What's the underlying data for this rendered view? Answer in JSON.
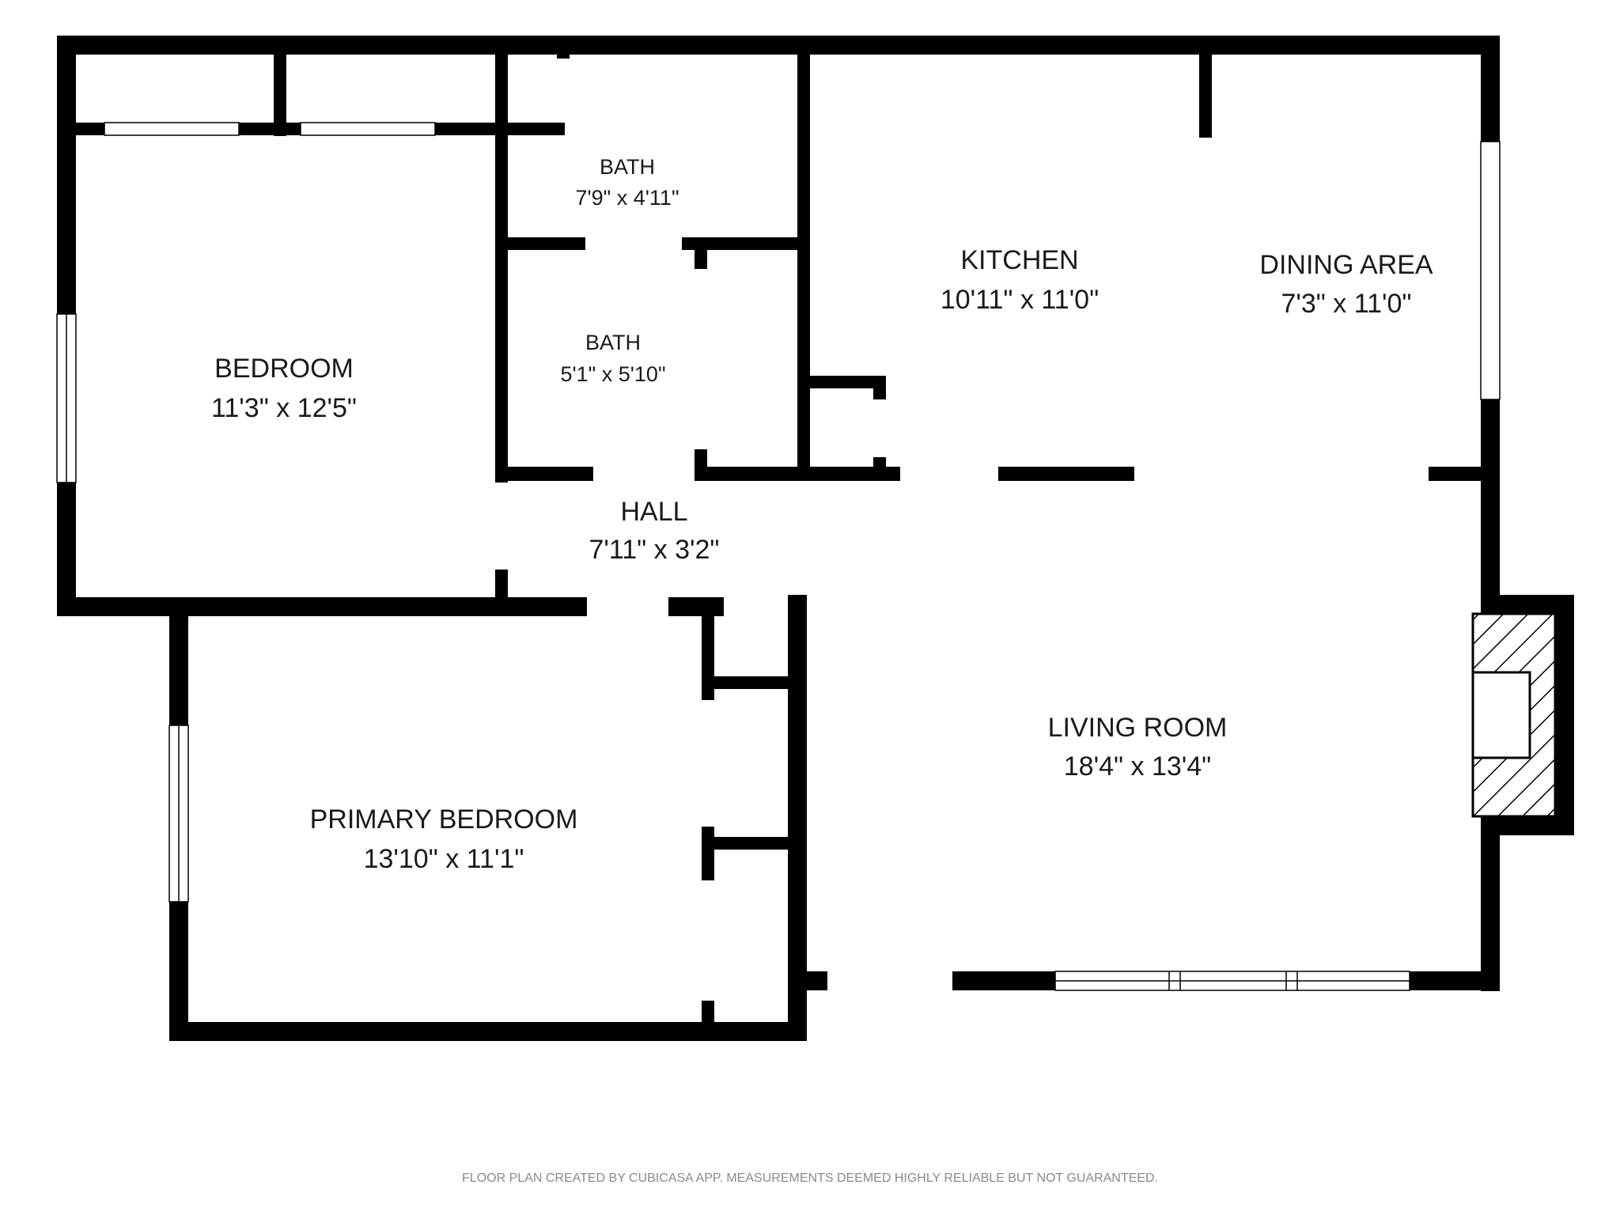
{
  "rooms": {
    "bedroom": {
      "name": "BEDROOM",
      "dims": "11'3\" x 12'5\""
    },
    "bath1": {
      "name": "BATH",
      "dims": "7'9\" x 4'11\""
    },
    "bath2": {
      "name": "BATH",
      "dims": "5'1\" x 5'10\""
    },
    "kitchen": {
      "name": "KITCHEN",
      "dims": "10'11\" x 11'0\""
    },
    "dining": {
      "name": "DINING AREA",
      "dims": "7'3\" x 11'0\""
    },
    "hall": {
      "name": "HALL",
      "dims": "7'11\" x 3'2\""
    },
    "living": {
      "name": "LIVING ROOM",
      "dims": "18'4\" x 13'4\""
    },
    "primary": {
      "name": "PRIMARY BEDROOM",
      "dims": "13'10\" x 11'1\""
    }
  },
  "footer": "FLOOR PLAN CREATED BY CUBICASA APP. MEASUREMENTS DEEMED HIGHLY RELIABLE BUT NOT GUARANTEED.",
  "colors": {
    "wall": "#000000",
    "background": "#ffffff",
    "text": "#1a1a1a",
    "footer_text": "#8a8a8a"
  }
}
